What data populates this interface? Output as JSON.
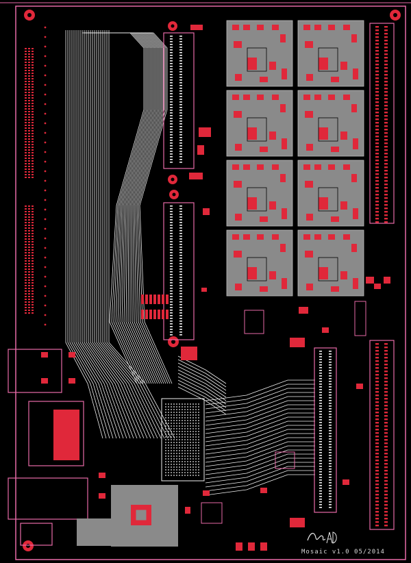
{
  "board": {
    "revision_text": "Mosaic v1.0 05/2014",
    "colors": {
      "background": "#000000",
      "copper_top": "#e0283a",
      "outline": "#e86aa8",
      "silkscreen": "#e8e8e8",
      "module_fill": "#8a8a8a",
      "trace_white": "#f2f2f2"
    },
    "logo_icon": "signature-logo-icon",
    "module_count": 8,
    "module_rows": 4,
    "module_cols": 2
  }
}
